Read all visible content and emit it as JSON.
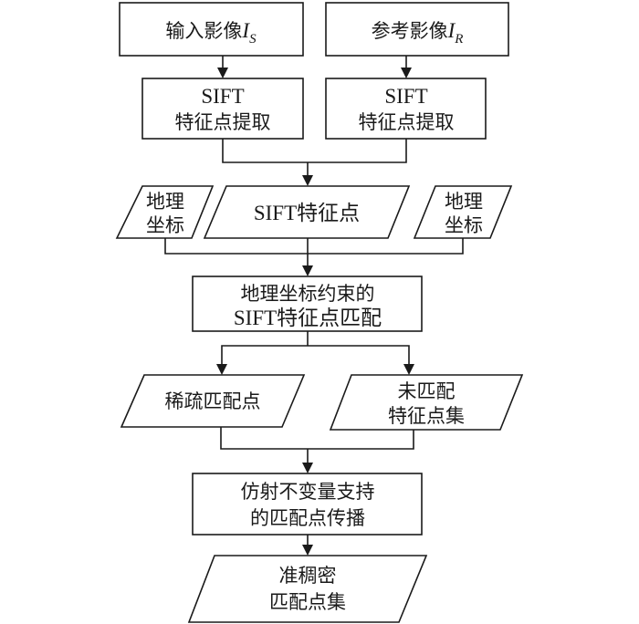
{
  "diagram": {
    "type": "flowchart",
    "nodes": {
      "input_image": {
        "text": "输入影像",
        "math": "I",
        "sub": "S",
        "shape": "rectangle"
      },
      "reference_image": {
        "text": "参考影像",
        "math": "I",
        "sub": "R",
        "shape": "rectangle"
      },
      "sift_extract_left": {
        "lines": [
          "SIFT",
          "特征点提取"
        ],
        "shape": "rectangle"
      },
      "sift_extract_right": {
        "lines": [
          "SIFT",
          "特征点提取"
        ],
        "shape": "rectangle"
      },
      "geo_coords_left": {
        "lines": [
          "地理",
          "坐标"
        ],
        "shape": "parallelogram"
      },
      "sift_points": {
        "lines": [
          "SIFT特征点"
        ],
        "shape": "parallelogram"
      },
      "geo_coords_right": {
        "lines": [
          "地理",
          "坐标"
        ],
        "shape": "parallelogram"
      },
      "geo_constrained_matching": {
        "lines": [
          "地理坐标约束的",
          "SIFT特征点匹配"
        ],
        "shape": "rectangle"
      },
      "sparse_matches": {
        "lines": [
          "稀疏匹配点"
        ],
        "shape": "parallelogram"
      },
      "unmatched_points": {
        "lines": [
          "未匹配",
          "特征点集"
        ],
        "shape": "parallelogram"
      },
      "affine_propagation": {
        "lines": [
          "仿射不变量支持",
          "的匹配点传播"
        ],
        "shape": "rectangle"
      },
      "quasi_dense_matches": {
        "lines": [
          "准稠密",
          "匹配点集"
        ],
        "shape": "parallelogram"
      }
    },
    "edges": [
      [
        "input_image",
        "sift_extract_left"
      ],
      [
        "reference_image",
        "sift_extract_right"
      ],
      [
        "sift_extract_left",
        "sift_points"
      ],
      [
        "sift_extract_right",
        "sift_points"
      ],
      [
        "geo_coords_left",
        "geo_constrained_matching"
      ],
      [
        "sift_points",
        "geo_constrained_matching"
      ],
      [
        "geo_coords_right",
        "geo_constrained_matching"
      ],
      [
        "geo_constrained_matching",
        "sparse_matches"
      ],
      [
        "geo_constrained_matching",
        "unmatched_points"
      ],
      [
        "sparse_matches",
        "affine_propagation"
      ],
      [
        "unmatched_points",
        "affine_propagation"
      ],
      [
        "affine_propagation",
        "quasi_dense_matches"
      ]
    ]
  }
}
